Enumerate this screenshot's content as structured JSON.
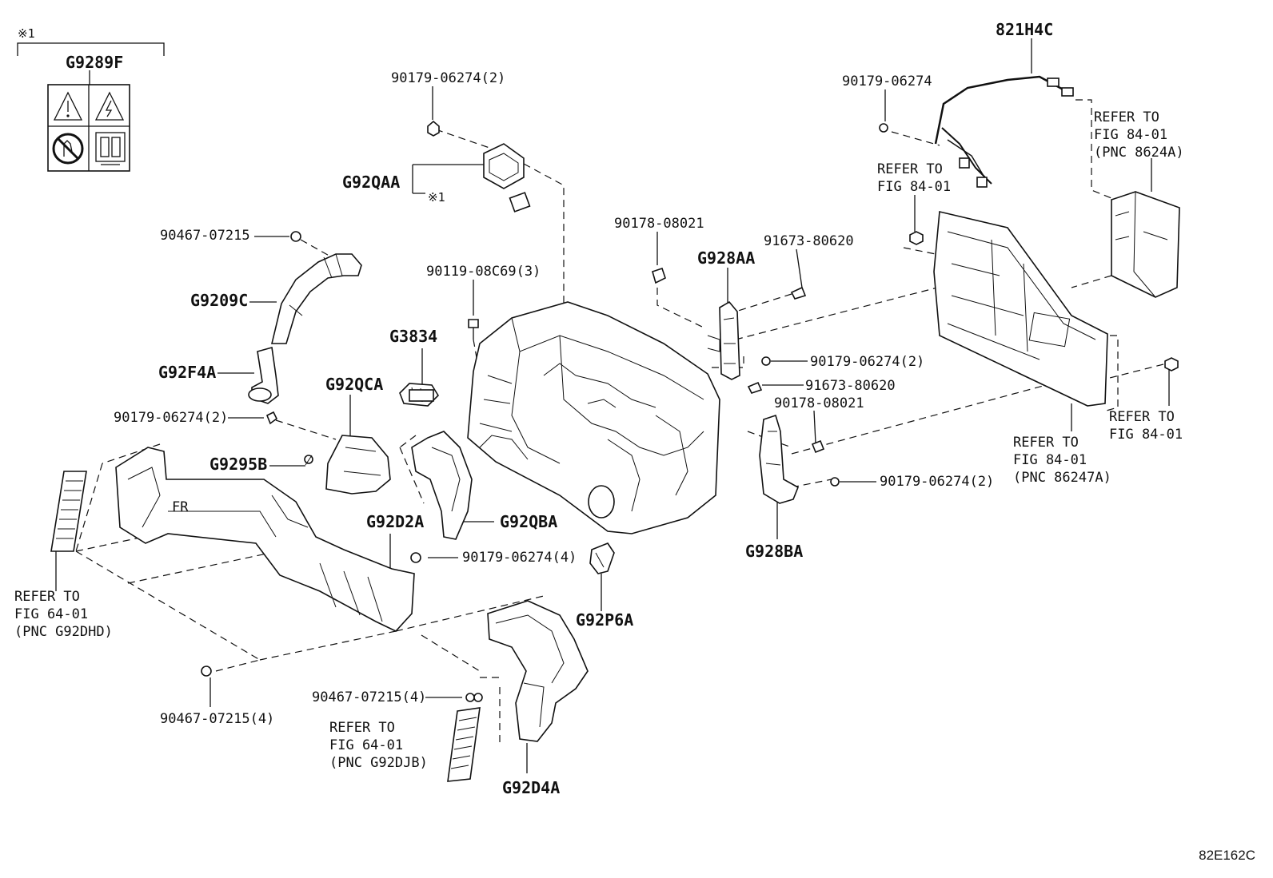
{
  "figure_code": "82E162C",
  "label_note": {
    "mark": "※1",
    "part": "G9289F"
  },
  "labels": {
    "l01": "821H4C",
    "l02": "90179-06274(2)",
    "l03": "90179-06274",
    "l04": "G92QAA",
    "l05": "※1",
    "l06": "90467-07215",
    "l07": "90178-08021",
    "l08": "91673-80620",
    "l09": "G928AA",
    "l10": "90119-08C69(3)",
    "l11": "G9209C",
    "l12": "G3834",
    "l13": "90179-06274(2)",
    "l14": "G92F4A",
    "l15": "91673-80620",
    "l16": "G92QCA",
    "l17": "90178-08021",
    "l18": "90179-06274(2)",
    "l19": "G9295B",
    "l20": "90179-06274(2)",
    "l21": "G92D2A",
    "l22": "G92QBA",
    "l23": "90179-06274(4)",
    "l24": "G928BA",
    "l25": "G92P6A",
    "l26": "90467-07215(4)",
    "l27": "90467-07215(4)",
    "l28": "G92D4A"
  },
  "refs": {
    "r1": [
      "REFER TO",
      "FIG 84-01",
      "(PNC 8624A)"
    ],
    "r2": [
      "REFER TO",
      "FIG 84-01"
    ],
    "r3": [
      "REFER TO",
      "FIG 84-01"
    ],
    "r4": [
      "REFER TO",
      "FIG 84-01",
      "(PNC 86247A)"
    ],
    "r5": [
      "REFER TO",
      "FIG 64-01",
      "(PNC G92DHD)"
    ],
    "r6": [
      "REFER TO",
      "FIG 64-01",
      "(PNC G92DJB)"
    ]
  },
  "duct_marking": "FR",
  "icons": [
    "warning-triangle-icon",
    "high-voltage-icon",
    "no-touch-icon",
    "battery-icon"
  ]
}
